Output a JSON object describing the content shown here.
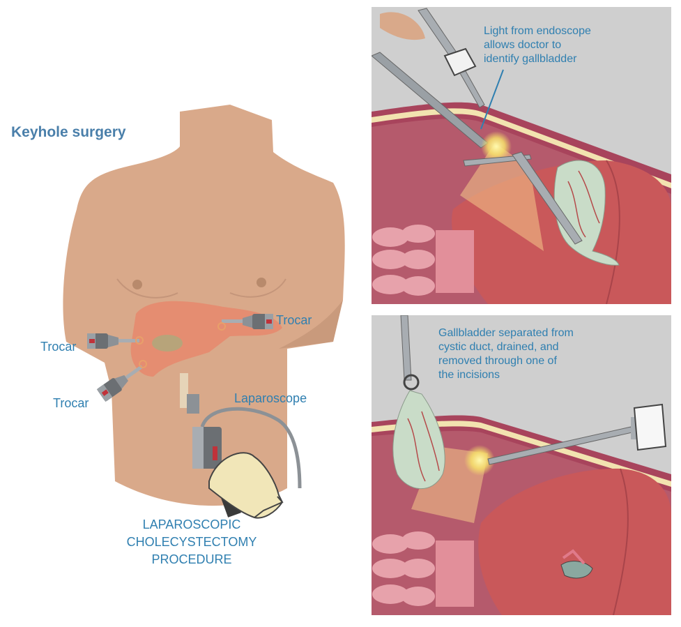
{
  "title": "Keyhole surgery",
  "labels": {
    "trocar_right": "Trocar",
    "trocar_left": "Trocar",
    "trocar_lower": "Trocar",
    "laparoscope": "Laparoscope"
  },
  "procedure_lines": [
    "LAPAROSCOPIC",
    "CHOLECYSTECTOMY",
    "PROCEDURE"
  ],
  "top_panel_caption": [
    "Light from endoscope",
    "allows doctor to",
    "identify gallbladder"
  ],
  "bottom_panel_caption": [
    "Gallbladder separated from",
    "cystic duct, drained, and",
    "removed through one of",
    "the incisions"
  ],
  "colors": {
    "label_blue": "#2f7fb0",
    "title_blue": "#4a7faa",
    "skin": "#d9a98a",
    "liver": "#c9585a",
    "gallbladder": "#c9dcc8",
    "abdominal_wall": "#a8445c",
    "panel_background": "#cfcfcf"
  },
  "icons": [
    "trocar-icon",
    "laparoscope-icon",
    "gloved-hand-icon",
    "endoscope-light-icon",
    "gallbladder-icon",
    "liver-icon",
    "intestine-icon"
  ]
}
